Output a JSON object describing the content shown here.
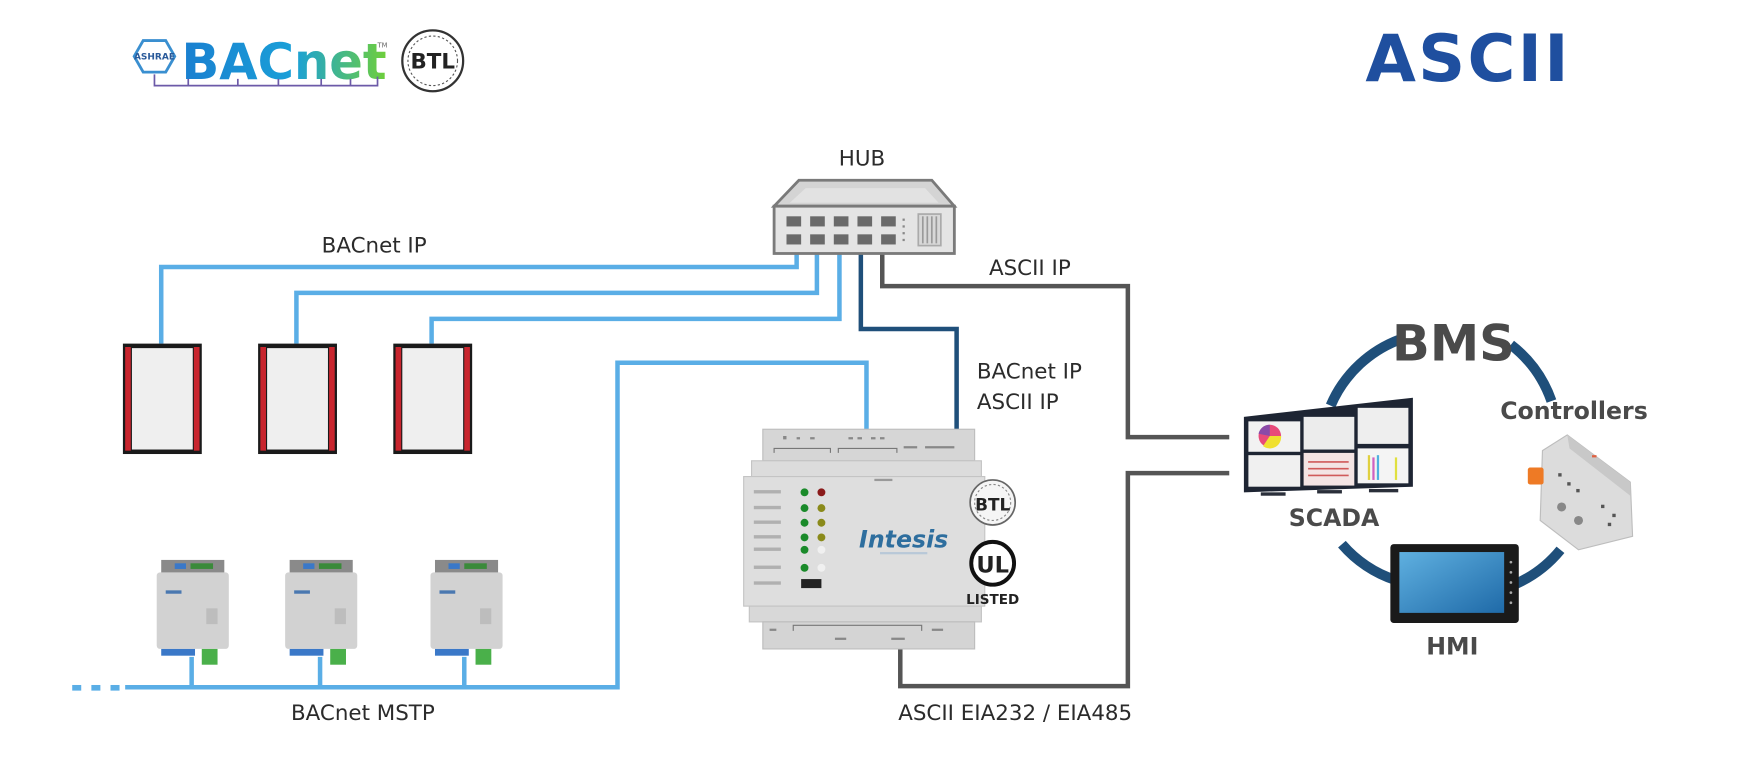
{
  "header": {
    "bacnet_logo": {
      "ashrae": "ASHRAE",
      "text": "BACnet",
      "tm": "TM",
      "btl": "BTL"
    },
    "ascii_logo": "ASCII"
  },
  "nodes": {
    "hub": "HUB",
    "bms": "BMS",
    "scada": "SCADA",
    "controllers": "Controllers",
    "hmi": "HMI",
    "gateway": {
      "brand": "Intesis",
      "certs": {
        "btl": "BTL",
        "ul": "UL",
        "ul_sub": "LISTED"
      }
    }
  },
  "links": {
    "bacnet_ip": "BACnet IP",
    "ascii_ip": "ASCII IP",
    "gateway_link_line1": "BACnet IP",
    "gateway_link_line2": "ASCII IP",
    "bacnet_mstp": "BACnet MSTP",
    "ascii_serial": "ASCII EIA232 / EIA485"
  },
  "colors": {
    "bacnet_ip_line": "#5aaee6",
    "hub_gateway_line": "#1f4f7a",
    "ascii_line": "#555555",
    "bms_ring": "#1f4f7a",
    "ascii_logo": "#1f4f9f",
    "panel_frame": "#c8252e"
  }
}
